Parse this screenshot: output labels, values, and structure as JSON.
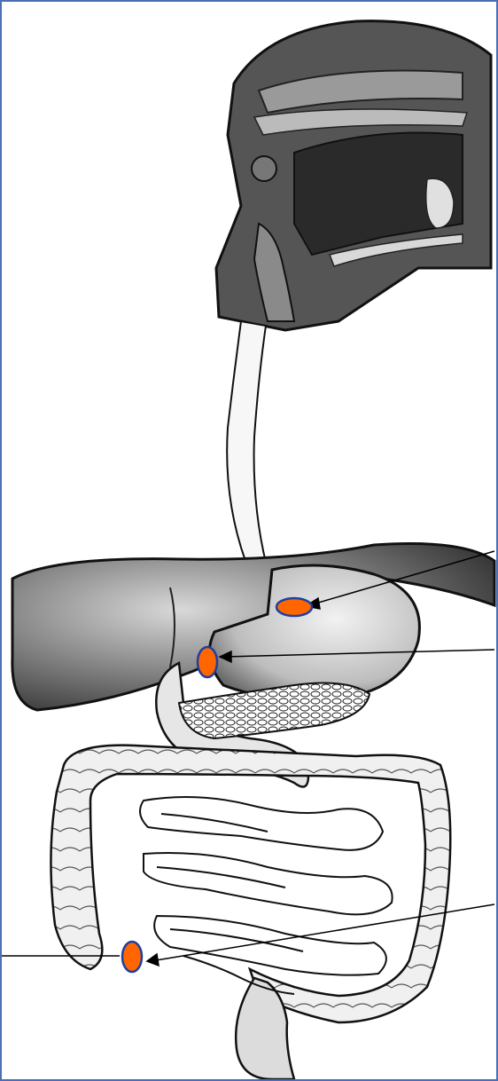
{
  "diagram": {
    "style": "black-and-white line drawing of the human digestive tract, head in sagittal section",
    "frame_color": "#4a6fb5",
    "organs": [
      {
        "id": "head",
        "name": "head-section"
      },
      {
        "id": "esophagus",
        "name": "esophagus"
      },
      {
        "id": "liver",
        "name": "liver"
      },
      {
        "id": "stomach",
        "name": "stomach"
      },
      {
        "id": "pancreas",
        "name": "pancreas"
      },
      {
        "id": "small-intestine",
        "name": "small-intestine"
      },
      {
        "id": "large-intestine",
        "name": "large-intestine"
      },
      {
        "id": "rectum",
        "name": "rectum"
      }
    ],
    "markers": [
      {
        "id": "marker-1",
        "shape": "horizontal-oval",
        "fill": "#ff6600",
        "stroke": "#1f3fa0"
      },
      {
        "id": "marker-2",
        "shape": "vertical-oval",
        "fill": "#ff6600",
        "stroke": "#1f3fa0"
      },
      {
        "id": "marker-3",
        "shape": "vertical-oval",
        "fill": "#ff6600",
        "stroke": "#1f3fa0"
      }
    ],
    "pointer_count": 3
  }
}
